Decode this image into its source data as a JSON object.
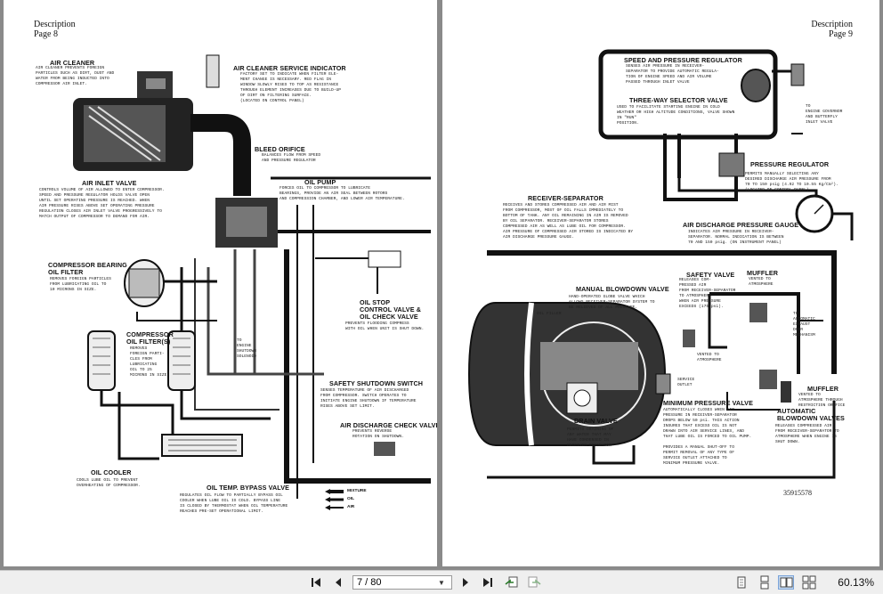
{
  "left_page": {
    "header": {
      "section": "Description",
      "page": "Page 8"
    },
    "labels": [
      {
        "id": "air-cleaner",
        "title": "AIR CLEANER",
        "text": "AIR CLEANER PREVENTS FOREIGN\nPARTICLES SUCH AS DIRT, DUST AND\nWATER FROM BEING INDUCTED INTO\nCOMPRESSOR AIR INLET."
      },
      {
        "id": "air-cleaner-service-indicator",
        "title": "AIR CLEANER SERVICE INDICATOR",
        "text": "FACTORY SET TO INDICATE WHEN FILTER ELE-\nMENT CHANGE IS NECESSARY. RED FLAG IN\nWINDOW SLOWLY RISES TO TOP AS RESISTANCE\nTHROUGH ELEMENT INCREASES DUE TO BUILD-UP\nOF DIRT ON FILTERING SURFACE.\n(LOCATED ON CONTROL PANEL)"
      },
      {
        "id": "bleed-orifice",
        "title": "BLEED ORIFICE",
        "text": "BALANCES FLOW FROM SPEED\nAND PRESSURE REGULATOR"
      },
      {
        "id": "air-inlet-valve",
        "title": "AIR INLET VALVE",
        "text": "CONTROLS VOLUME OF AIR ALLOWED TO ENTER COMPRESSOR.\nSPEED AND PRESSURE REGULATOR HOLDS VALVE OPEN\nUNTIL SET OPERATING PRESSURE IS REACHED. WHEN\nAIR PRESSURE RISES ABOVE SET OPERATING PRESSURE\nREGULATION CLOSES AIR INLET VALVE PROGRESSIVELY TO\nMATCH OUTPUT OF COMPRESSOR TO DEMAND FOR AIR."
      },
      {
        "id": "oil-pump",
        "title": "OIL PUMP",
        "text": "FORCES OIL TO COMPRESSOR TO LUBRICATE\nBEARINGS, PROVIDE AN AIR SEAL BETWEEN ROTORS\nAND COMPRESSION CHAMBER, AND LOWER AIR TEMPERATURE."
      },
      {
        "id": "compressor-bearing-oil-filter",
        "title": "COMPRESSOR BEARING\nOIL FILTER",
        "text": "REMOVES FOREIGN PARTICLES\nFROM LUBRICATING OIL TO\n10 MICRONS IN SIZE."
      },
      {
        "id": "oil-stop-control-valve",
        "title": "OIL STOP\nCONTROL VALVE &\nOIL CHECK VALVE",
        "text": "PREVENTS FLOODING COMPRESS\nWITH OIL WHEN UNIT IS SHUT DOWN."
      },
      {
        "id": "compressor-oil-filters",
        "title": "COMPRESSOR\nOIL FILTER(S)",
        "text": "REMOVES\nFOREIGN PARTI-\nCLES FROM\nLUBRICATING\nOIL TO 25\nMICRONS IN SIZE."
      },
      {
        "id": "engine-shutdown-solenoid",
        "title": "",
        "text": "TO\nENGINE\nSHUTDOWN\nSOLENOID"
      },
      {
        "id": "safety-shutdown-switch",
        "title": "SAFETY SHUTDOWN SWITCH",
        "text": "SENSES TEMPERATURE OF AIR DISCHARGED\nFROM COMPRESSOR. SWITCH OPERATES TO\nINITIATE ENGINE SHUTDOWN IF TEMPERATURE\nRISES ABOVE SET LIMIT."
      },
      {
        "id": "air-discharge-check-valve",
        "title": "AIR DISCHARGE CHECK VALVE",
        "text": "PREVENTS REVERSE\nROTATION ON SHUTDOWN."
      },
      {
        "id": "oil-cooler",
        "title": "OIL COOLER",
        "text": "COOLS LUBE OIL TO PREVENT\nOVERHEATING OF COMPRESSOR."
      },
      {
        "id": "oil-temp-bypass-valve",
        "title": "OIL TEMP. BYPASS VALVE",
        "text": "REGULATES OIL FLOW TO PARTIALLY BYPASS OIL\nCOOLER WHEN LUBE OIL IS COLD. BYPASS LINE\nIS CLOSED BY THERMOSTAT WHEN OIL TEMPERATURE\nREACHES PRE-SET OPERATIONAL LIMIT."
      }
    ],
    "legend": [
      "MIXTURE",
      "OIL",
      "AIR"
    ]
  },
  "right_page": {
    "header": {
      "section": "Description",
      "page": "Page 9"
    },
    "labels": [
      {
        "id": "speed-pressure-regulator",
        "title": "SPEED AND PRESSURE REGULATOR",
        "text": "SENSES AIR PRESSURE IN RECEIVER-\nSEPARATOR TO PROVIDE AUTOMATIC REGULA-\nTION OF ENGINE SPEED AND AIR VOLUME\nPASSED THROUGH INLET VALVE"
      },
      {
        "id": "three-way-selector-valve",
        "title": "THREE-WAY SELECTOR VALVE",
        "text": "USED TO FACILITATE STARTING ENGINE IN COLD\nWEATHER OR HIGH ALTITUDE CONDITIONS, VALVE SHOWN\nIN \"RUN\"\nPOSITION."
      },
      {
        "id": "engine-governor",
        "title": "",
        "text": "TO\nENGINE GOVERNOR\nAND BUTTERFLY\nINLET VALVE"
      },
      {
        "id": "pressure-regulator",
        "title": "PRESSURE REGULATOR",
        "text": "PERMITS MANUALLY SELECTING ANY\nDESIRED DISCHARGE AIR PRESSURE FROM\n70 TO 150 psig (4.92 TO 10.55 Kg/Cm²).\n(LOCATED ON CONTROL PANEL)"
      },
      {
        "id": "receiver-separator",
        "title": "RECEIVER-SEPARATOR",
        "text": "RECEIVES AND STORES COMPRESSED AIR AND AIR MIST\nFROM COMPRESSOR, MOST OF OIL FALLS IMMEDIATELY TO\nBOTTOM OF TANK. ANY OIL REMAINING IN AIR IS REMOVED\nBY OIL SEPARATOR. RECEIVER-SEPARATOR STORES\nCOMPRESSED AIR AS WELL AS LUBE OIL FOR COMPRESSOR.\nAIR PRESSURE OF COMPRESSED AIR STORED IS INDICATED BY\nAIR DISCHARGE PRESSURE GAUGE."
      },
      {
        "id": "air-discharge-pressure-gauge",
        "title": "AIR DISCHARGE PRESSURE GAUGE",
        "text": "INDICATES AIR PRESSURE IN RECEIVER-\nSEPARATOR. NORMAL INDICATION IS BETWEEN\n70 AND 150 psig. (ON INSTRUMENT PANEL)"
      },
      {
        "id": "safety-valve",
        "title": "SAFETY VALVE",
        "text": "RELEASES COM-\nPRESSED AIR\nFROM RECEIVER-SEPARATOR\nTO ATMOSPHERE\nWHEN AIR PRESSURE\nEXCEEDS (175 psi)."
      },
      {
        "id": "muffler-top",
        "title": "MUFFLER",
        "text": "VENTED TO\nATMOSPHERE"
      },
      {
        "id": "manual-blowdown-valve",
        "title": "MANUAL BLOWDOWN VALVE",
        "text": "HAND-OPERATED GLOBE VALVE WHICH\nALLOWS RECEIVER-SEPARATOR SYSTEM TO\nBE RELIEVED OF ALL PRESSURE."
      },
      {
        "id": "oil-filler",
        "title": "",
        "text": "OIL FILLER"
      },
      {
        "id": "vented-to-atmosphere",
        "title": "",
        "text": "VENTED TO\nATMOSPHERE"
      },
      {
        "id": "automatic-exhaust",
        "title": "",
        "text": "TO\nAUTOMATIC\nEXHAUST\nDOOR\nMECHANISM"
      },
      {
        "id": "service-outlet",
        "title": "",
        "text": "SERVICE\nOUTLET"
      },
      {
        "id": "muffler-bottom",
        "title": "MUFFLER",
        "text": "VENTED TO\nATMOSPHERE THROUGH\nRESTRICTION ORIFICE"
      },
      {
        "id": "drain-valve",
        "title": "DRAIN VALVE",
        "text": "PERMITS DRAINING OF\nANY WATER THAT MAY\nHAVE CONDENSED IN\nRECEIVER-SEPARATOR"
      },
      {
        "id": "minimum-pressure-valve",
        "title": "MINIMUM PRESSURE VALVE",
        "text": "AUTOMATICALLY CLOSES WHEN AIR\nPRESSURE IN RECEIVER-SEPARATOR\nDROPS BELOW 50 psi. THIS ACTION\nINSURES THAT EXCESS OIL IS NOT\nDRAWN INTO AIR SERVICE LINES, AND\nTHAT LUBE OIL IS FORCED TO OIL PUMP.\n\nPROVIDES A MANUAL SHUT-OFF TO\nPERMIT REMOVAL OF ANY TYPE OF\nSERVICE OUTLET ATTACHED TO\nMINIMUM PRESSURE VALVE."
      },
      {
        "id": "automatic-blowdown-valves",
        "title": "AUTOMATIC\nBLOWDOWN VALVES",
        "text": "RELEASES COMPRESSED AIR\nFROM RECEIVER-SEPARATOR TO\nATMOSPHERE WHEN ENGINE IS\nSHUT DOWN."
      }
    ],
    "doc_id": "35915578"
  },
  "toolbar": {
    "page_value": "7 / 80",
    "zoom": "60.13%",
    "icons": [
      "first-page-icon",
      "prev-page-icon",
      "next-page-icon",
      "last-page-icon",
      "go-back-icon",
      "go-forward-icon",
      "single-page-icon",
      "continuous-icon",
      "facing-icon",
      "continuous-facing-icon"
    ]
  }
}
